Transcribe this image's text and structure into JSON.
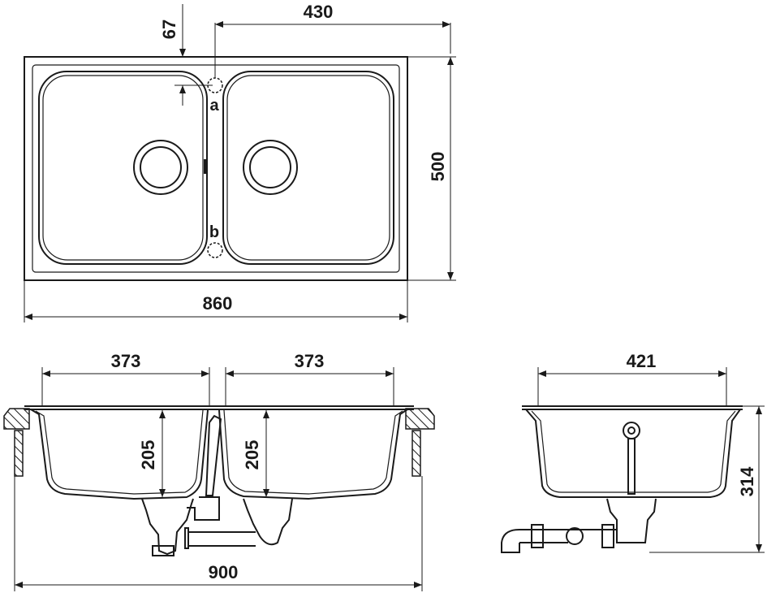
{
  "top_view": {
    "dim_offset": "67",
    "dim_hole_to_edge": "430",
    "dim_depth": "500",
    "dim_width": "860",
    "hole_a": "a",
    "hole_b": "b"
  },
  "front_view": {
    "dim_left_bowl": "373",
    "dim_right_bowl": "373",
    "dim_left_depth": "205",
    "dim_right_depth": "205",
    "dim_cutout": "900"
  },
  "side_view": {
    "dim_bowl_width": "421",
    "dim_total_depth": "314"
  }
}
